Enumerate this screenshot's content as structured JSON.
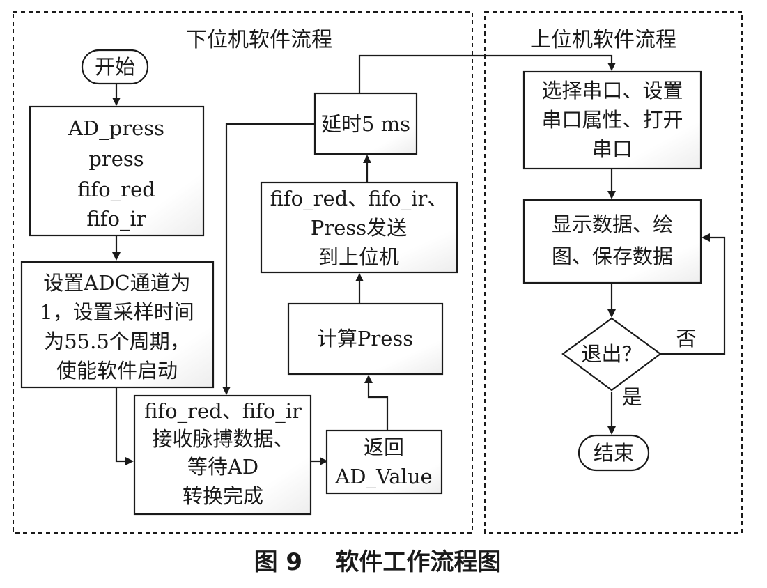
{
  "panels": {
    "left_title": "下位机软件流程",
    "right_title": "上位机软件流程"
  },
  "nodes": {
    "start": "开始",
    "ad_vars": [
      "AD_press",
      "press",
      "fifo_red",
      "fifo_ir"
    ],
    "adc_setup": [
      "设置ADC通道为",
      "1，设置采样时间",
      "为55.5个周期，",
      "使能软件启动"
    ],
    "receive": [
      "fifo_red、fifo_ir",
      "接收脉搏数据、",
      "等待AD",
      "转换完成"
    ],
    "return_ad": [
      "返回",
      "AD_Value"
    ],
    "calc_press": "计算Press",
    "send": [
      "fifo_red、fifo_ir、",
      "Press发送",
      "到上位机"
    ],
    "delay": "延时5 ms",
    "serial": [
      "选择串口、设置",
      "串口属性、打开",
      "串口"
    ],
    "display": [
      "显示数据、绘",
      "图、保存数据"
    ],
    "exit_decision": "退出？",
    "end": "结束"
  },
  "edge_labels": {
    "no": "否",
    "yes": "是"
  },
  "caption": "图 9    软件工作流程图"
}
